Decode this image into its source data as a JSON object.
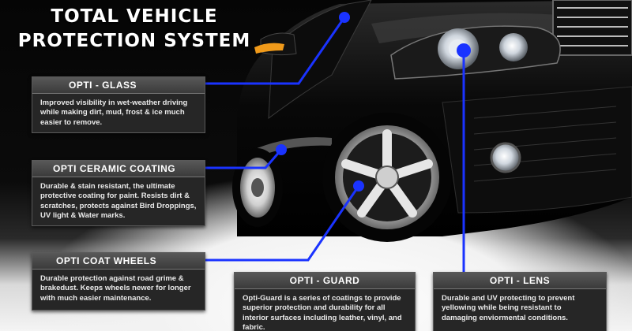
{
  "title": {
    "line1": "TOTAL VEHICLE",
    "line2": "PROTECTION SYSTEM"
  },
  "callouts": {
    "glass": {
      "heading": "OPTI - GLASS",
      "text": "Improved visibility in wet-weather driving while making dirt, mud, frost & ice much easier to remove."
    },
    "ceramic": {
      "heading": "OPTI CERAMIC COATING",
      "text": "Durable & stain resistant, the ultimate protective coating for paint. Resists dirt & scratches, protects against Bird Droppings, UV light & Water marks."
    },
    "wheels": {
      "heading": "OPTI COAT WHEELS",
      "text": "Durable protection against road grime & brakedust. Keeps wheels newer for longer with much easier maintenance."
    },
    "guard": {
      "heading": "OPTI - GUARD",
      "text": "Opti-Guard is a series of coatings to provide superior protection and durability for all interior surfaces including leather, vinyl, and fabric."
    },
    "lens": {
      "heading": "OPTI - LENS",
      "text": "Durable and UV protecting to prevent yellowing while being resistant to damaging enviormental conditions."
    }
  },
  "colors": {
    "connector": "#1a33ff",
    "background": "#000000",
    "box_fill": "#262626",
    "box_header": "#4a4a4a"
  },
  "image": {
    "subject": "black-sports-car-front-three-quarter"
  }
}
